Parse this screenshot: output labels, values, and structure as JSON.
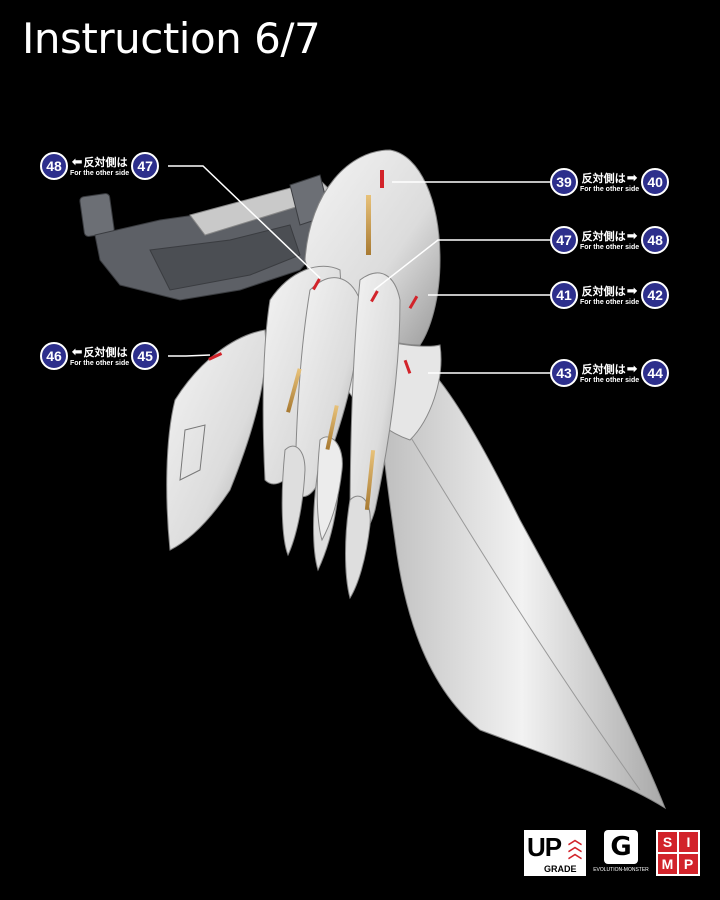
{
  "title": "Instruction 6/7",
  "colors": {
    "badge": "#2d2f8c",
    "accent": "#d2232a",
    "background": "#000000"
  },
  "callouts": [
    {
      "from": "48",
      "to": "47",
      "jp": "反対側は",
      "sub": "For the other side",
      "direction": "left"
    },
    {
      "from": "46",
      "to": "45",
      "jp": "反対側は",
      "sub": "For the other side",
      "direction": "left"
    },
    {
      "from": "39",
      "to": "40",
      "jp": "反対側は",
      "sub": "For the other side",
      "direction": "right"
    },
    {
      "from": "47",
      "to": "48",
      "jp": "反対側は",
      "sub": "For the other side",
      "direction": "right"
    },
    {
      "from": "41",
      "to": "42",
      "jp": "反対側は",
      "sub": "For the other side",
      "direction": "right"
    },
    {
      "from": "43",
      "to": "44",
      "jp": "反対側は",
      "sub": "For the other side",
      "direction": "right"
    }
  ],
  "logos": {
    "upgrade": {
      "main": "UP",
      "sub": "GRADE"
    },
    "evo": {
      "mark": "G",
      "text": "EVOLUTION-MONSTER"
    },
    "simp": [
      "S",
      "I",
      "M",
      "P"
    ]
  },
  "icons": {
    "arrow_left": "⬅",
    "arrow_right": "➡"
  }
}
